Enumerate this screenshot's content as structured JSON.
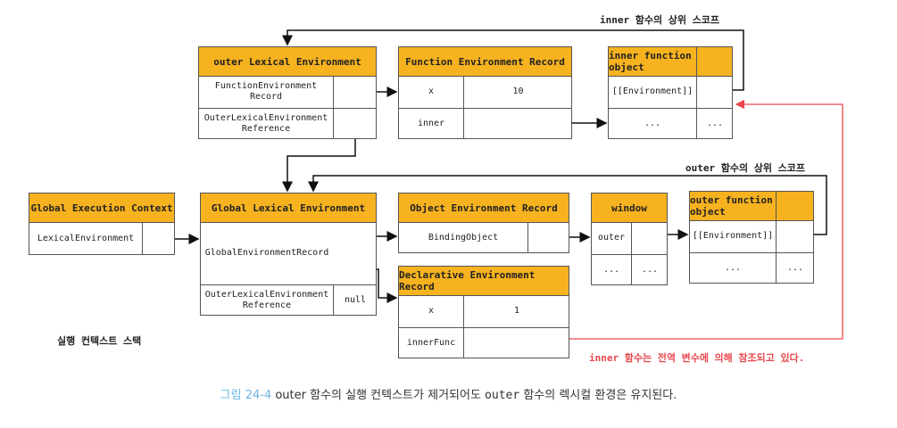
{
  "outer_lexical_env": {
    "title": "outer Lexical Environment",
    "row1": "FunctionEnvironment Record",
    "row2": "OuterLexicalEnvironment Reference"
  },
  "function_env_record": {
    "title": "Function Environment Record",
    "key1": "x",
    "val1": "10",
    "key2": "inner"
  },
  "inner_function_object": {
    "title": "inner function object",
    "row1": "[[Environment]]",
    "dots": "..."
  },
  "global_exec_context": {
    "title": "Global Execution Context",
    "row1": "LexicalEnvironment"
  },
  "global_lexical_env": {
    "title": "Global Lexical Environment",
    "row1": "GlobalEnvironmentRecord",
    "row2": "OuterLexicalEnvironment Reference",
    "null": "null"
  },
  "object_env_record": {
    "title": "Object Environment Record",
    "row1": "BindingObject"
  },
  "window_box": {
    "title": "window",
    "key1": "outer",
    "dots": "..."
  },
  "outer_function_object": {
    "title": "outer function object",
    "row1": "[[Environment]]",
    "dots": "..."
  },
  "declarative_env_record": {
    "title": "Declarative Environment Record",
    "key1": "x",
    "val1": "1",
    "key2": "innerFunc"
  },
  "labels": {
    "inner_scope": "inner 함수의 상위 스코프",
    "outer_scope": "outer 함수의 상위 스코프",
    "stack": "실행 컨텍스트 스택",
    "note": "inner 함수는 전역 변수에 의해 참조되고 있다."
  },
  "caption": {
    "fig": "그림 24-4",
    "p1": "outer 함수의 실행 컨텍스트가 제거되어도",
    "code": "outer",
    "p2": "함수의 렉시컬 환경은 유지된다."
  },
  "colors": {
    "header": "#f6b21f",
    "highlight": "#e8474d",
    "caption_fig": "#6cb4e4"
  }
}
